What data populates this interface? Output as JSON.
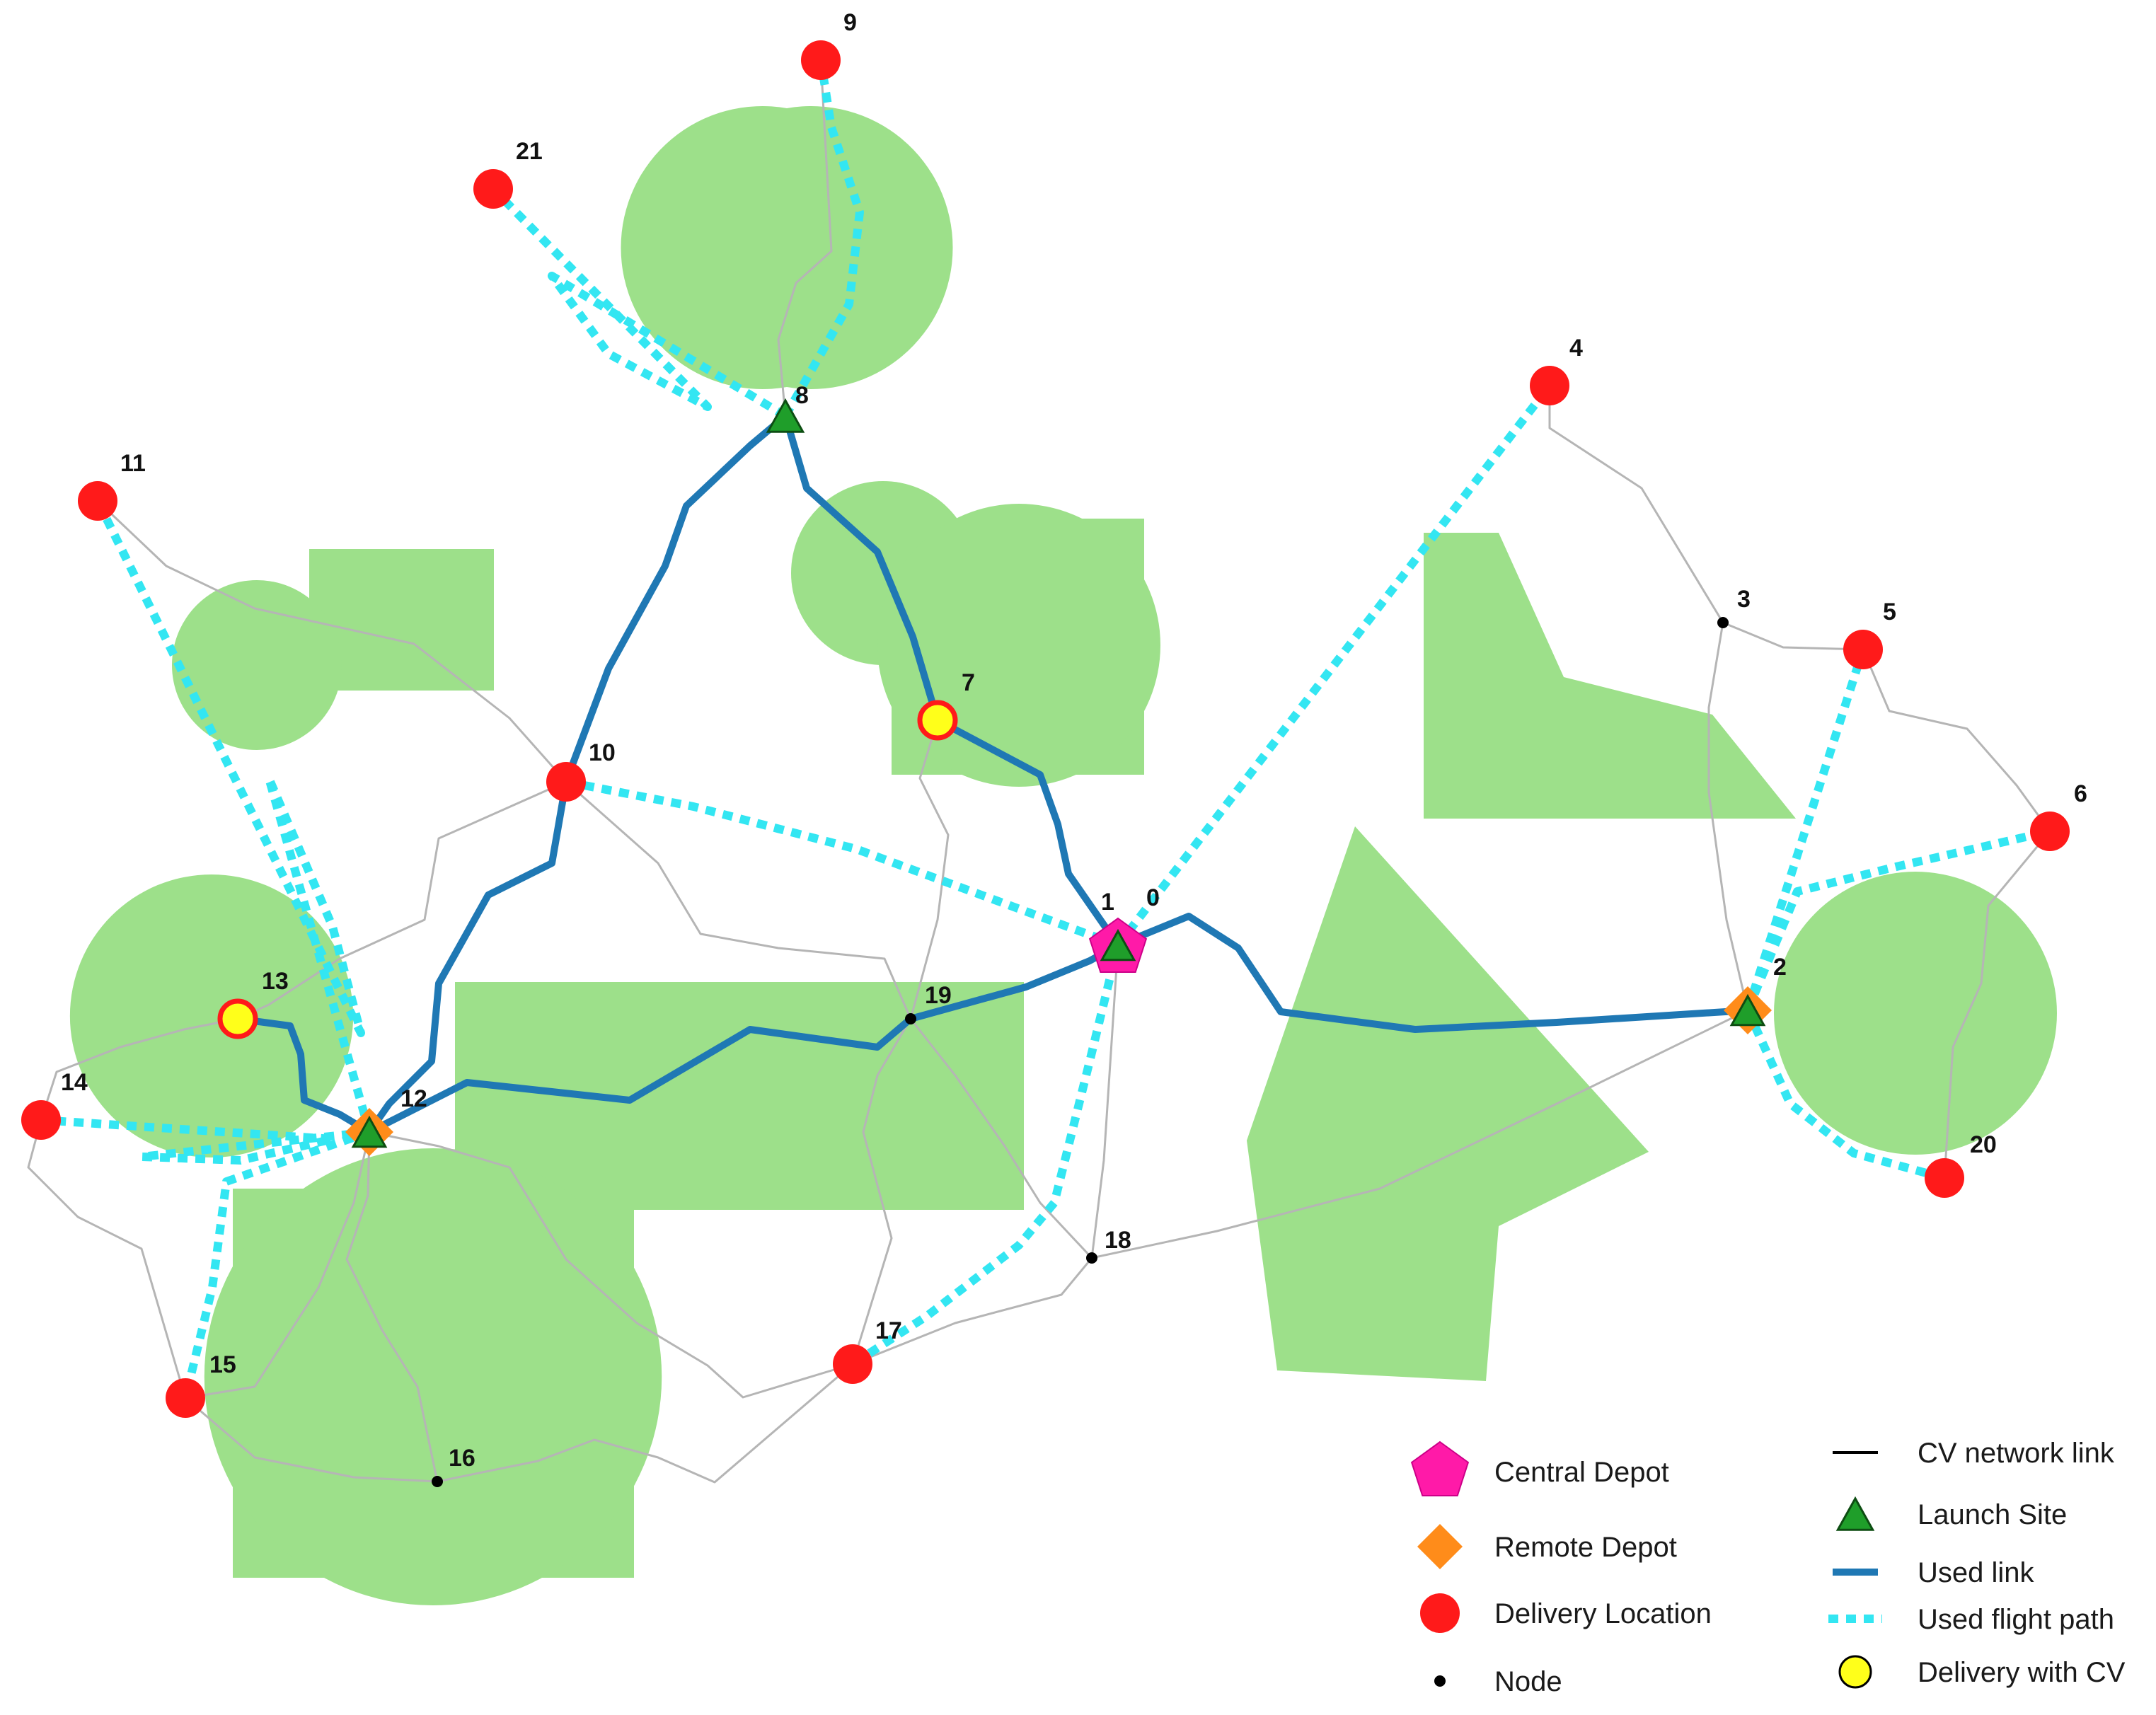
{
  "colors": {
    "zone": "#9de08a",
    "cv_link": "#b5b5b5",
    "used_link": "#1f78b4",
    "flight_path": "#33e6f2",
    "delivery": "#ff1a1a",
    "delivery_cv": "#ffff1a",
    "central_depot": "#ff1aa8",
    "remote_depot": "#ff8c1a",
    "launch_site": "#1f9e2a",
    "node": "#000000"
  },
  "nodes": [
    {
      "id": "0",
      "label": "0",
      "type": "central-depot"
    },
    {
      "id": "1",
      "label": "1",
      "type": "launch-site"
    },
    {
      "id": "2",
      "label": "2",
      "type": "remote-depot"
    },
    {
      "id": "3",
      "label": "3",
      "type": "node"
    },
    {
      "id": "4",
      "label": "4",
      "type": "delivery"
    },
    {
      "id": "5",
      "label": "5",
      "type": "delivery"
    },
    {
      "id": "6",
      "label": "6",
      "type": "delivery"
    },
    {
      "id": "7",
      "label": "7",
      "type": "delivery-cv"
    },
    {
      "id": "8",
      "label": "8",
      "type": "launch-site"
    },
    {
      "id": "9",
      "label": "9",
      "type": "delivery"
    },
    {
      "id": "10",
      "label": "10",
      "type": "delivery"
    },
    {
      "id": "11",
      "label": "11",
      "type": "delivery"
    },
    {
      "id": "12",
      "label": "12",
      "type": "remote-depot"
    },
    {
      "id": "13",
      "label": "13",
      "type": "delivery-cv"
    },
    {
      "id": "14",
      "label": "14",
      "type": "delivery"
    },
    {
      "id": "15",
      "label": "15",
      "type": "delivery"
    },
    {
      "id": "16",
      "label": "16",
      "type": "node"
    },
    {
      "id": "17",
      "label": "17",
      "type": "delivery"
    },
    {
      "id": "18",
      "label": "18",
      "type": "node"
    },
    {
      "id": "19",
      "label": "19",
      "type": "node"
    },
    {
      "id": "20",
      "label": "20",
      "type": "delivery"
    },
    {
      "id": "21",
      "label": "21",
      "type": "delivery"
    }
  ],
  "used_links": [
    {
      "from": "0",
      "to": "7"
    },
    {
      "from": "7",
      "to": "8"
    },
    {
      "from": "8",
      "to": "10"
    },
    {
      "from": "10",
      "to": "12"
    },
    {
      "from": "13",
      "to": "12"
    },
    {
      "from": "12",
      "to": "19"
    },
    {
      "from": "19",
      "to": "0"
    },
    {
      "from": "0",
      "to": "2"
    }
  ],
  "flight_paths": [
    {
      "from": "8",
      "to": "21"
    },
    {
      "from": "8",
      "to": "9"
    },
    {
      "from": "0",
      "to": "10"
    },
    {
      "from": "0",
      "to": "4"
    },
    {
      "from": "0",
      "to": "17"
    },
    {
      "from": "12",
      "to": "11"
    },
    {
      "from": "12",
      "to": "14"
    },
    {
      "from": "12",
      "to": "15"
    },
    {
      "from": "2",
      "to": "5"
    },
    {
      "from": "2",
      "to": "6"
    },
    {
      "from": "2",
      "to": "20"
    }
  ],
  "legend": {
    "left": [
      {
        "key": "central-depot",
        "label": "Central Depot"
      },
      {
        "key": "remote-depot",
        "label": "Remote Depot"
      },
      {
        "key": "delivery",
        "label": "Delivery Location"
      },
      {
        "key": "node",
        "label": "Node"
      }
    ],
    "right": [
      {
        "key": "cv-link",
        "label": "CV network link"
      },
      {
        "key": "launch-site",
        "label": "Launch Site"
      },
      {
        "key": "used-link",
        "label": "Used link"
      },
      {
        "key": "flight-path",
        "label": "Used flight path"
      },
      {
        "key": "delivery-cv",
        "label": "Delivery with CV"
      }
    ]
  }
}
